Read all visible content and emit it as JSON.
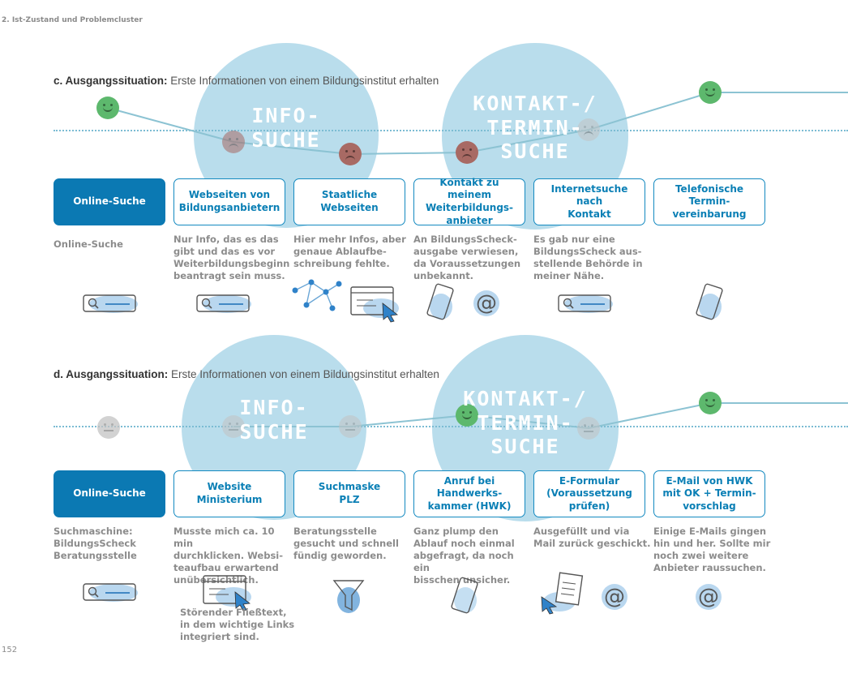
{
  "running_head": "2. Ist-Zustand und Problemcluster",
  "page_number": "152",
  "sections": [
    {
      "id": "c",
      "label_bold": "c. Ausgangssituation:",
      "label_text": " Erste Informationen von einem  Bildungsinstitut erhalten",
      "bubbles": [
        "INFO-\nSUCHE",
        "KONTAKT-/\nTERMIN-\nSUCHE"
      ],
      "steps": [
        {
          "title": "Online-Suche",
          "note": "Online-Suche"
        },
        {
          "title": "Webseiten von\nBildungsanbietern",
          "note": "Nur Info, das es das\ngibt und das es vor\nWeiterbildungsbeginn\nbeantragt sein muss."
        },
        {
          "title": "Staatliche\nWebseiten",
          "note": "Hier mehr Infos, aber\ngenaue Ablaufbe-\nschreibung fehlte."
        },
        {
          "title": "Kontakt zu meinem\nWeiterbildungs-\nanbieter",
          "note": "An BildungsScheck-\nausgabe verwiesen,\nda Voraussetzungen\nunbekannt."
        },
        {
          "title": "Internetsuche nach\nKontakt",
          "note": "Es gab nur eine\nBildungsScheck aus-\nstellende Behörde in\nmeiner Nähe."
        },
        {
          "title": "Telefonische Termin-\nvereinbarung",
          "note": ""
        }
      ],
      "faces": [
        "happy",
        "sad",
        "sad",
        "sad",
        "sad",
        "happy"
      ],
      "icons": [
        "search-bar-icon",
        "search-bar-icon",
        "network-icon",
        "browser-click-icon",
        "smartphone-icon",
        "at-sign-icon",
        "search-bar-icon",
        "smartphone-icon"
      ]
    },
    {
      "id": "d",
      "label_bold": "d. Ausgangssituation:",
      "label_text": " Erste Informationen von einem  Bildungsinstitut erhalten",
      "bubbles": [
        "INFO-\nSUCHE",
        "KONTAKT-/\nTERMIN-\nSUCHE"
      ],
      "steps": [
        {
          "title": "Online-Suche",
          "note": "Suchmaschine:\nBildungsScheck\nBeratungsstelle"
        },
        {
          "title": "Website\nMinisterium",
          "note": "Musste mich ca. 10 min\ndurchklicken. Websi-\nteaufbau erwartend\nunübersichtlich."
        },
        {
          "title": "Suchmaske\nPLZ",
          "note": "Beratungsstelle\ngesucht und schnell\nfündig geworden."
        },
        {
          "title": "Anruf bei Handwerks-\nkammer (HWK)",
          "note": "Ganz plump den\nAblauf noch einmal\nabgefragt, da noch ein\nbisschen unsicher."
        },
        {
          "title": "E-Formular\n(Voraussetzung\nprüfen)",
          "note": "Ausgefüllt und via\nMail zurück geschickt."
        },
        {
          "title": "E-Mail von HWK\nmit OK + Termin-\nvorschlag",
          "note": "Einige E-Mails gingen\nhin und her. Sollte mir\nnoch zwei weitere\nAnbieter raussuchen."
        }
      ],
      "faces": [
        "neutral",
        "neutral",
        "neutral",
        "happy",
        "neutral",
        "happy"
      ],
      "extra_note": "Störender Fließtext,\nin dem wichtige Links\nintegriert sind.",
      "icons": [
        "search-bar-icon",
        "browser-click-icon",
        "funnel-icon",
        "smartphone-icon",
        "form-click-icon",
        "at-sign-icon",
        "at-sign-icon"
      ]
    }
  ],
  "colors": {
    "primary": "#0b79b3",
    "bubble": "#8ec8e0",
    "line": "#8cc3d3",
    "happy": "#5db86d",
    "sad": "#a86a64",
    "neutral": "#c3c3c3"
  }
}
